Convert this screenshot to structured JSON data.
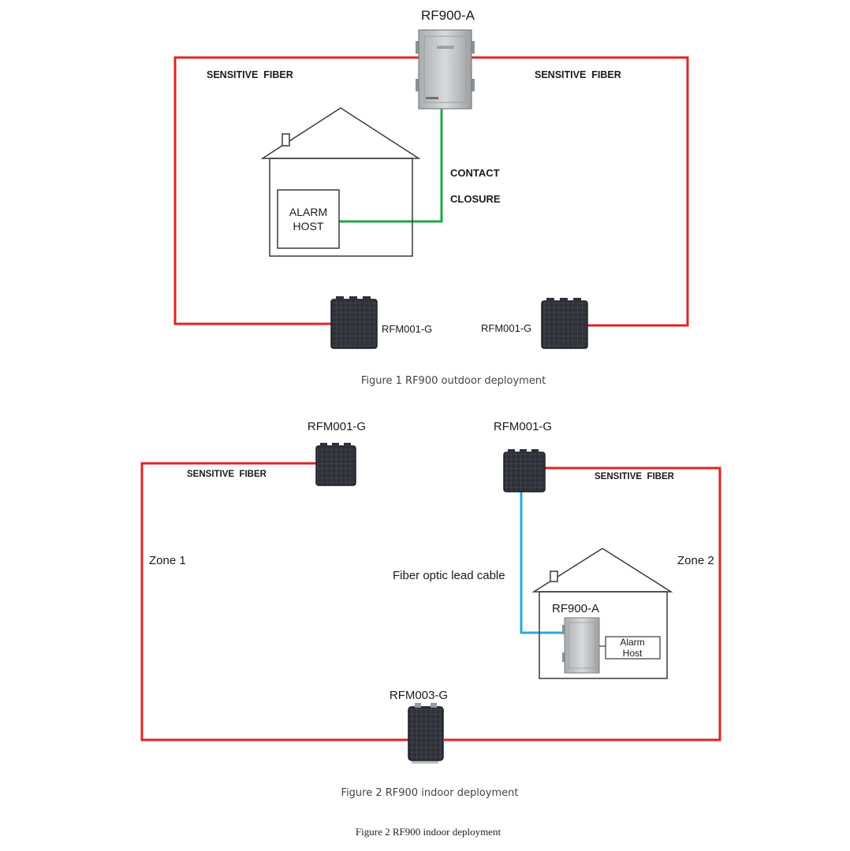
{
  "colors": {
    "sensitive_fiber": "#e02424",
    "contact_closure": "#1fa64a",
    "lead_cable": "#2aa9d8",
    "outline": "#3a3a3a",
    "device_dark": "#2e3138",
    "device_light": "#c9cbcd"
  },
  "figure1": {
    "controller_label": "RF900-A",
    "fiber_left_label": "SENSITIVE  FIBER",
    "fiber_right_label": "SENSITIVE  FIBER",
    "contact_label": "CONTACT",
    "closure_label": "CLOSURE",
    "alarm_host_line1": "ALARM",
    "alarm_host_line2": "HOST",
    "module_left_label": "RFM001-G",
    "module_right_label": "RFM001-G",
    "caption": "Figure 1 RF900 outdoor deployment"
  },
  "figure2": {
    "module_left_label": "RFM001-G",
    "module_right_label": "RFM001-G",
    "fiber_left_label": "SENSITIVE  FIBER",
    "fiber_right_label": "SENSITIVE  FIBER",
    "zone1_label": "Zone 1",
    "zone2_label": "Zone 2",
    "lead_cable_label": "Fiber optic lead cable",
    "controller_label": "RF900-A",
    "alarm_host_line1": "Alarm",
    "alarm_host_line2": "Host",
    "module_bottom_label": "RFM003-G",
    "caption": "Figure 2 RF900 indoor deployment"
  },
  "footer_caption": "Figure 2 RF900 indoor deployment"
}
